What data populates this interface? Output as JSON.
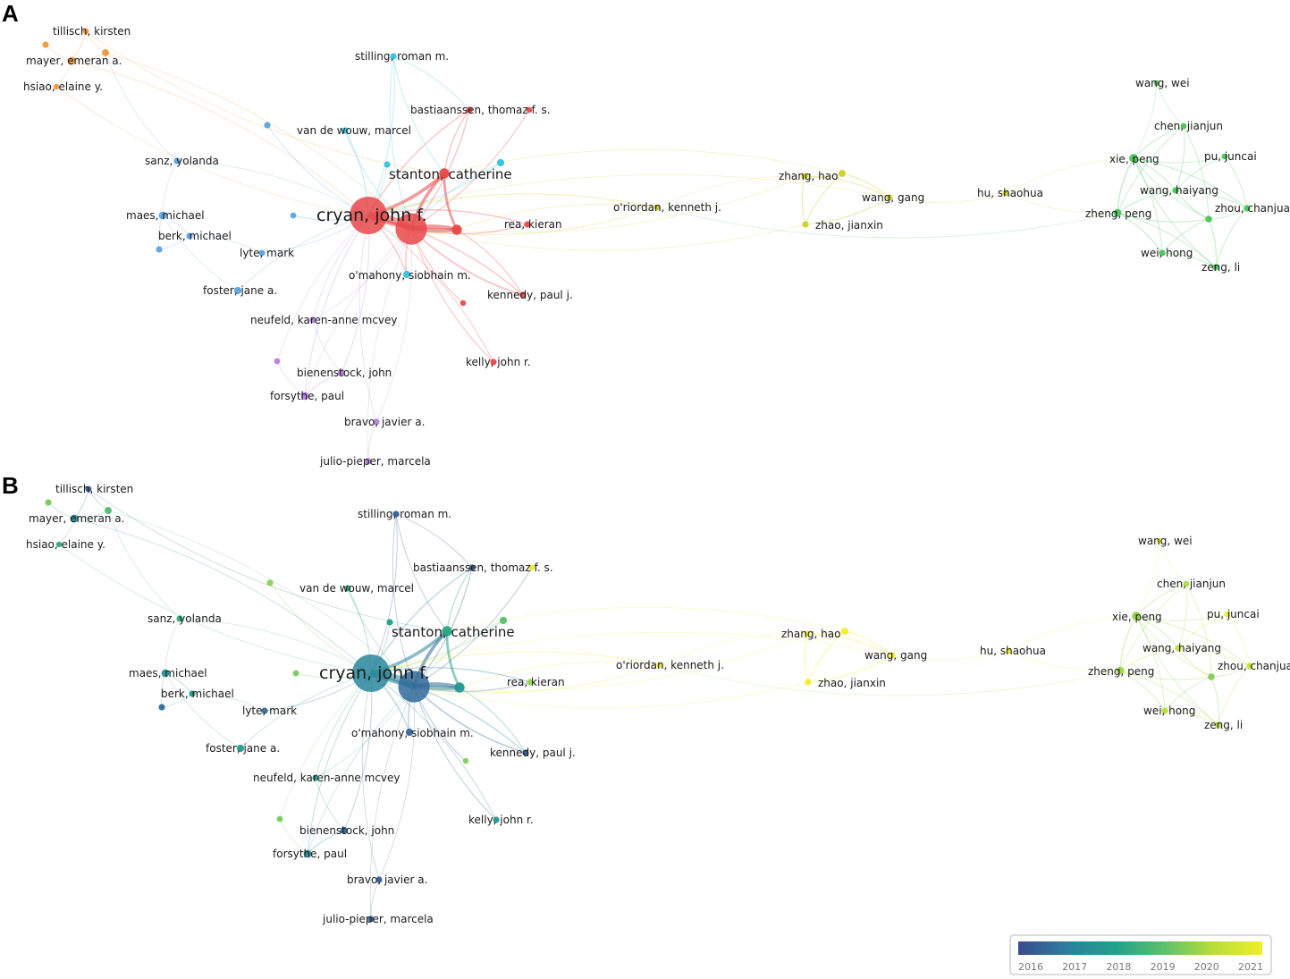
{
  "panels": [
    {
      "letter": "A",
      "mode": "cluster"
    },
    {
      "letter": "B",
      "mode": "year"
    }
  ],
  "cluster_colors": {
    "red": "#e8484a",
    "cyan": "#34c3de",
    "blue": "#5aa3e0",
    "purple": "#b67fdb",
    "orange": "#f2963a",
    "yellow": "#cdcd2a",
    "green": "#4cc45a"
  },
  "legend": {
    "ticks": [
      "2016",
      "2017",
      "2018",
      "2019",
      "2020",
      "2021"
    ],
    "gradient": [
      "#3b4a8e",
      "#2b7fa0",
      "#22a18a",
      "#5cc26a",
      "#b8de3a",
      "#f0ee2a"
    ]
  },
  "nodes": [
    {
      "id": "cryan",
      "label": "cryan, john f.",
      "cluster": "red",
      "weight": 5,
      "year": 2017.2,
      "size": "big"
    },
    {
      "id": "n_red2",
      "label": "",
      "cluster": "red",
      "weight": 4,
      "year": 2016.6
    },
    {
      "id": "n_red3",
      "label": "",
      "cluster": "red",
      "weight": 2.5,
      "year": 2017.7
    },
    {
      "id": "stanton",
      "label": "stanton, catherine",
      "cluster": "red",
      "weight": 2.5,
      "year": 2018.1,
      "size": "mid"
    },
    {
      "id": "bastiaanssen",
      "label": "bastiaanssen, thomaz f. s.",
      "cluster": "red",
      "weight": 1,
      "year": 2016.3
    },
    {
      "id": "n_red_bast2",
      "label": "",
      "cluster": "red",
      "weight": 0.8,
      "year": 2020.9
    },
    {
      "id": "rea",
      "label": "rea, kieran",
      "cluster": "red",
      "weight": 1,
      "year": 2019.6
    },
    {
      "id": "kennedy",
      "label": "kennedy, paul j.",
      "cluster": "red",
      "weight": 1,
      "year": 2016.4
    },
    {
      "id": "n_red_small",
      "label": "",
      "cluster": "red",
      "weight": 0.8,
      "year": 2019.4
    },
    {
      "id": "kelly",
      "label": "kelly, john r.",
      "cluster": "red",
      "weight": 1,
      "year": 2017.8
    },
    {
      "id": "stilling",
      "label": "stilling, roman m.",
      "cluster": "cyan",
      "weight": 1,
      "year": 2016.3
    },
    {
      "id": "vandewouw",
      "label": "van de wouw, marcel",
      "cluster": "cyan",
      "weight": 1,
      "year": 2018.2
    },
    {
      "id": "n_cyan1",
      "label": "",
      "cluster": "cyan",
      "weight": 1,
      "year": 2017.9
    },
    {
      "id": "n_cyan2",
      "label": "",
      "cluster": "cyan",
      "weight": 1.3,
      "year": 2018.9
    },
    {
      "id": "omahony",
      "label": "o'mahony, siobhain m.",
      "cluster": "cyan",
      "weight": 1.3,
      "year": 2016.5
    },
    {
      "id": "n_blue_top",
      "label": "",
      "cluster": "blue",
      "weight": 1,
      "year": 2019.5
    },
    {
      "id": "sanz",
      "label": "sanz, yolanda",
      "cluster": "blue",
      "weight": 1,
      "year": 2018.4
    },
    {
      "id": "maes",
      "label": "maes, michael",
      "cluster": "blue",
      "weight": 1.5,
      "year": 2017.5
    },
    {
      "id": "berk",
      "label": "berk, michael",
      "cluster": "blue",
      "weight": 1,
      "year": 2017.8
    },
    {
      "id": "n_blue_berk",
      "label": "",
      "cluster": "blue",
      "weight": 1,
      "year": 2016.6
    },
    {
      "id": "n_blue_mid",
      "label": "",
      "cluster": "blue",
      "weight": 0.9,
      "year": 2019.3
    },
    {
      "id": "lyte",
      "label": "lyte, mark",
      "cluster": "blue",
      "weight": 1,
      "year": 2016.6
    },
    {
      "id": "foster",
      "label": "foster, jane a.",
      "cluster": "blue",
      "weight": 1.3,
      "year": 2017.8
    },
    {
      "id": "neufeld",
      "label": "neufeld, karen-anne mcvey",
      "cluster": "purple",
      "weight": 1,
      "year": 2017.9
    },
    {
      "id": "n_purple_left",
      "label": "",
      "cluster": "purple",
      "weight": 0.9,
      "year": 2019.3
    },
    {
      "id": "bienenstock",
      "label": "bienenstock, john",
      "cluster": "purple",
      "weight": 1.3,
      "year": 2016.5
    },
    {
      "id": "forsythe",
      "label": "forsythe, paul",
      "cluster": "purple",
      "weight": 1.5,
      "year": 2017.4
    },
    {
      "id": "bravo",
      "label": "bravo, javier a.",
      "cluster": "purple",
      "weight": 1,
      "year": 2016.4
    },
    {
      "id": "julio",
      "label": "julio-pieper, marcela",
      "cluster": "purple",
      "weight": 1,
      "year": 2016.4
    },
    {
      "id": "tillisch",
      "label": "tillisch, kirsten",
      "cluster": "orange",
      "weight": 0.9,
      "year": 2016.3
    },
    {
      "id": "n_orange_left",
      "label": "",
      "cluster": "orange",
      "weight": 1,
      "year": 2019.3
    },
    {
      "id": "mayer",
      "label": "mayer, emeran a.",
      "cluster": "orange",
      "weight": 1.5,
      "year": 2017.5
    },
    {
      "id": "n_orange_right",
      "label": "",
      "cluster": "orange",
      "weight": 1.2,
      "year": 2018.8
    },
    {
      "id": "hsiao",
      "label": "hsiao, elaine y.",
      "cluster": "orange",
      "weight": 0.8,
      "year": 2018.2
    },
    {
      "id": "oriordan",
      "label": "o'riordan, kenneth j.",
      "cluster": "yellow",
      "weight": 0.9,
      "year": 2020.8
    },
    {
      "id": "zhanghao",
      "label": "zhang, hao",
      "cluster": "yellow",
      "weight": 1,
      "year": 2021
    },
    {
      "id": "n_yellow1",
      "label": "",
      "cluster": "yellow",
      "weight": 1.2,
      "year": 2021
    },
    {
      "id": "wanggang",
      "label": "wang, gang",
      "cluster": "yellow",
      "weight": 1,
      "year": 2021
    },
    {
      "id": "zhaojianxin",
      "label": "zhao, jianxin",
      "cluster": "yellow",
      "weight": 1,
      "year": 2021
    },
    {
      "id": "hushaohua",
      "label": "hu, shaohua",
      "cluster": "yellow",
      "weight": 0.9,
      "year": 2021
    },
    {
      "id": "wangwei",
      "label": "wang, wei",
      "cluster": "green",
      "weight": 0.8,
      "year": 2020.9
    },
    {
      "id": "chenjianjun",
      "label": "chen, jianjun",
      "cluster": "green",
      "weight": 0.9,
      "year": 2019.9
    },
    {
      "id": "xiepeng",
      "label": "xie, peng",
      "cluster": "green",
      "weight": 1.8,
      "year": 2019.6
    },
    {
      "id": "pujuncai",
      "label": "pu, juncai",
      "cluster": "green",
      "weight": 0.9,
      "year": 2020.8
    },
    {
      "id": "wanghaiyang",
      "label": "wang, haiyang",
      "cluster": "green",
      "weight": 1,
      "year": 2020.1
    },
    {
      "id": "zhengpeng",
      "label": "zheng, peng",
      "cluster": "green",
      "weight": 1.5,
      "year": 2019.7
    },
    {
      "id": "zhouchanjuan",
      "label": "zhou, chanjuan",
      "cluster": "green",
      "weight": 1,
      "year": 2020.2
    },
    {
      "id": "n_green_mid",
      "label": "",
      "cluster": "green",
      "weight": 1.1,
      "year": 2019.4
    },
    {
      "id": "weihong",
      "label": "wei, hong",
      "cluster": "green",
      "weight": 1,
      "year": 2020.0
    },
    {
      "id": "zengli",
      "label": "zeng, li",
      "cluster": "green",
      "weight": 1,
      "year": 2020.0
    }
  ]
}
